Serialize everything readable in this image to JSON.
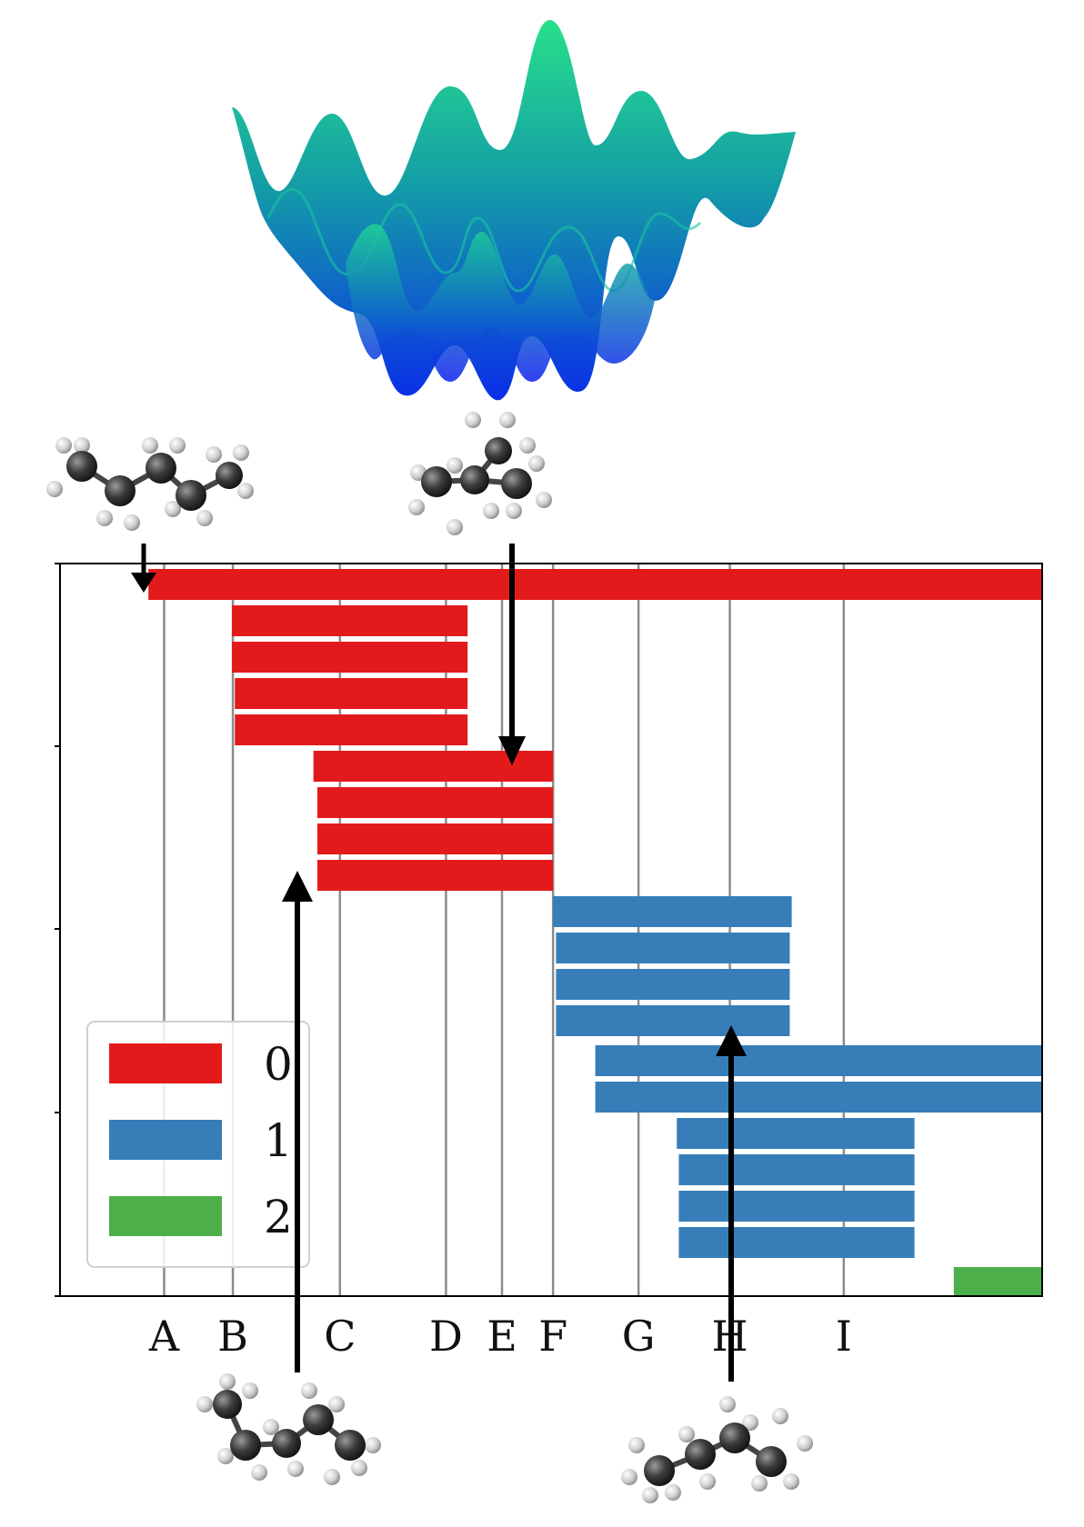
{
  "chart_data": {
    "type": "bar",
    "orientation": "horizontal-interval",
    "x_tick_labels": [
      "A",
      "B",
      "C",
      "D",
      "E",
      "F",
      "G",
      "H",
      "I"
    ],
    "series": [
      {
        "name": "0",
        "color": "#e31a1c"
      },
      {
        "name": "1",
        "color": "#377eb8"
      },
      {
        "name": "2",
        "color": "#4daf4a"
      }
    ],
    "legend": {
      "placement": "lower-left",
      "entries": [
        "0",
        "1",
        "2"
      ]
    },
    "grid": {
      "vertical": true,
      "horizontal": false
    },
    "bars": [
      {
        "series": "0",
        "start": 0.09,
        "end": 1.0
      },
      {
        "series": "0",
        "start": 0.175,
        "end": 0.415
      },
      {
        "series": "0",
        "start": 0.175,
        "end": 0.415
      },
      {
        "series": "0",
        "start": 0.178,
        "end": 0.415
      },
      {
        "series": "0",
        "start": 0.178,
        "end": 0.415
      },
      {
        "series": "0",
        "start": 0.258,
        "end": 0.502
      },
      {
        "series": "0",
        "start": 0.262,
        "end": 0.502
      },
      {
        "series": "0",
        "start": 0.262,
        "end": 0.502
      },
      {
        "series": "0",
        "start": 0.262,
        "end": 0.502
      },
      {
        "series": "1",
        "start": 0.502,
        "end": 0.745
      },
      {
        "series": "1",
        "start": 0.505,
        "end": 0.743
      },
      {
        "series": "1",
        "start": 0.505,
        "end": 0.743
      },
      {
        "series": "1",
        "start": 0.505,
        "end": 0.743
      },
      {
        "series": "1",
        "start": 0.545,
        "end": 1.0
      },
      {
        "series": "1",
        "start": 0.545,
        "end": 1.0
      },
      {
        "series": "1",
        "start": 0.628,
        "end": 0.87
      },
      {
        "series": "1",
        "start": 0.63,
        "end": 0.87
      },
      {
        "series": "1",
        "start": 0.63,
        "end": 0.87
      },
      {
        "series": "1",
        "start": 0.63,
        "end": 0.87
      },
      {
        "series": "2",
        "start": 0.91,
        "end": 1.0
      }
    ]
  },
  "icons": {
    "surface": "energy-landscape-surface-icon",
    "molecule": "molecule-ball-and-stick-icon",
    "arrow": "arrow-icon"
  }
}
